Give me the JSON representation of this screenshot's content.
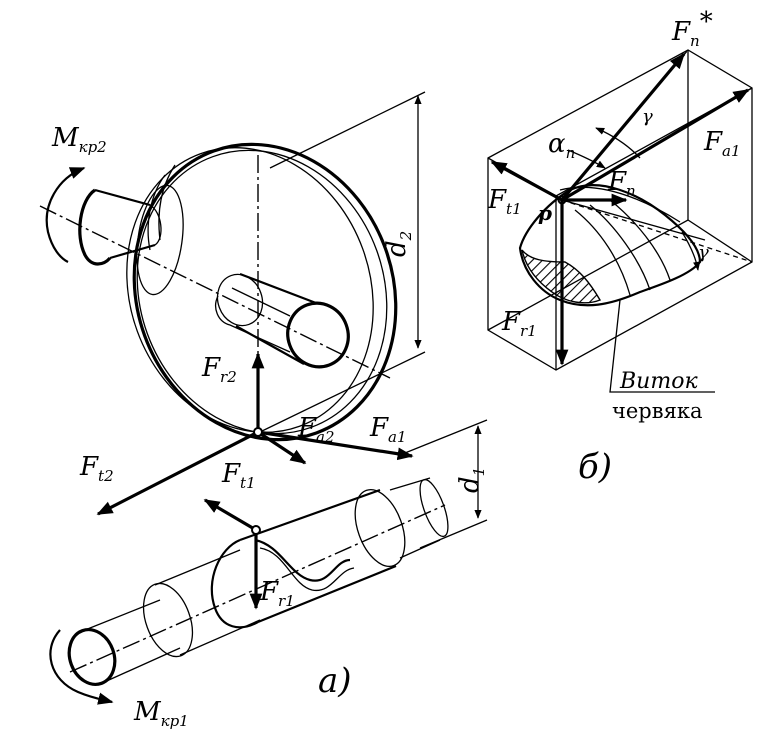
{
  "labels": {
    "m_kr2": {
      "base": "M",
      "sub": "кр2"
    },
    "m_kr1": {
      "base": "M",
      "sub": "кр1"
    },
    "d2": {
      "base": "d",
      "sub": "2"
    },
    "d1": {
      "base": "d",
      "sub": "1"
    },
    "fr2": {
      "base": "F",
      "sub": "r2"
    },
    "fa2": {
      "base": "F",
      "sub": "a2"
    },
    "ft2": {
      "base": "F",
      "sub": "t2"
    },
    "fa1_a": {
      "base": "F",
      "sub": "a1"
    },
    "ft1_a": {
      "base": "F",
      "sub": "t1"
    },
    "fr1_a": {
      "base": "F",
      "sub": "r1"
    },
    "fn_star": {
      "base": "F",
      "sub": "n",
      "sup": "*"
    },
    "fa1_b": {
      "base": "F",
      "sub": "a1"
    },
    "alpha_n": {
      "base": "α",
      "sub": "n"
    },
    "fn": {
      "base": "F",
      "sub": "n"
    },
    "ft1_b": {
      "base": "F",
      "sub": "t1"
    },
    "fr1_b": {
      "base": "F",
      "sub": "r1"
    },
    "gamma_top": "γ",
    "gamma_side": "γ",
    "p": "p",
    "worm_turn_1": "Виток",
    "worm_turn_2": "червяка",
    "part_a": "а)",
    "part_b": "б)"
  },
  "colors": {
    "ink": "#000000",
    "paper": "#ffffff"
  }
}
